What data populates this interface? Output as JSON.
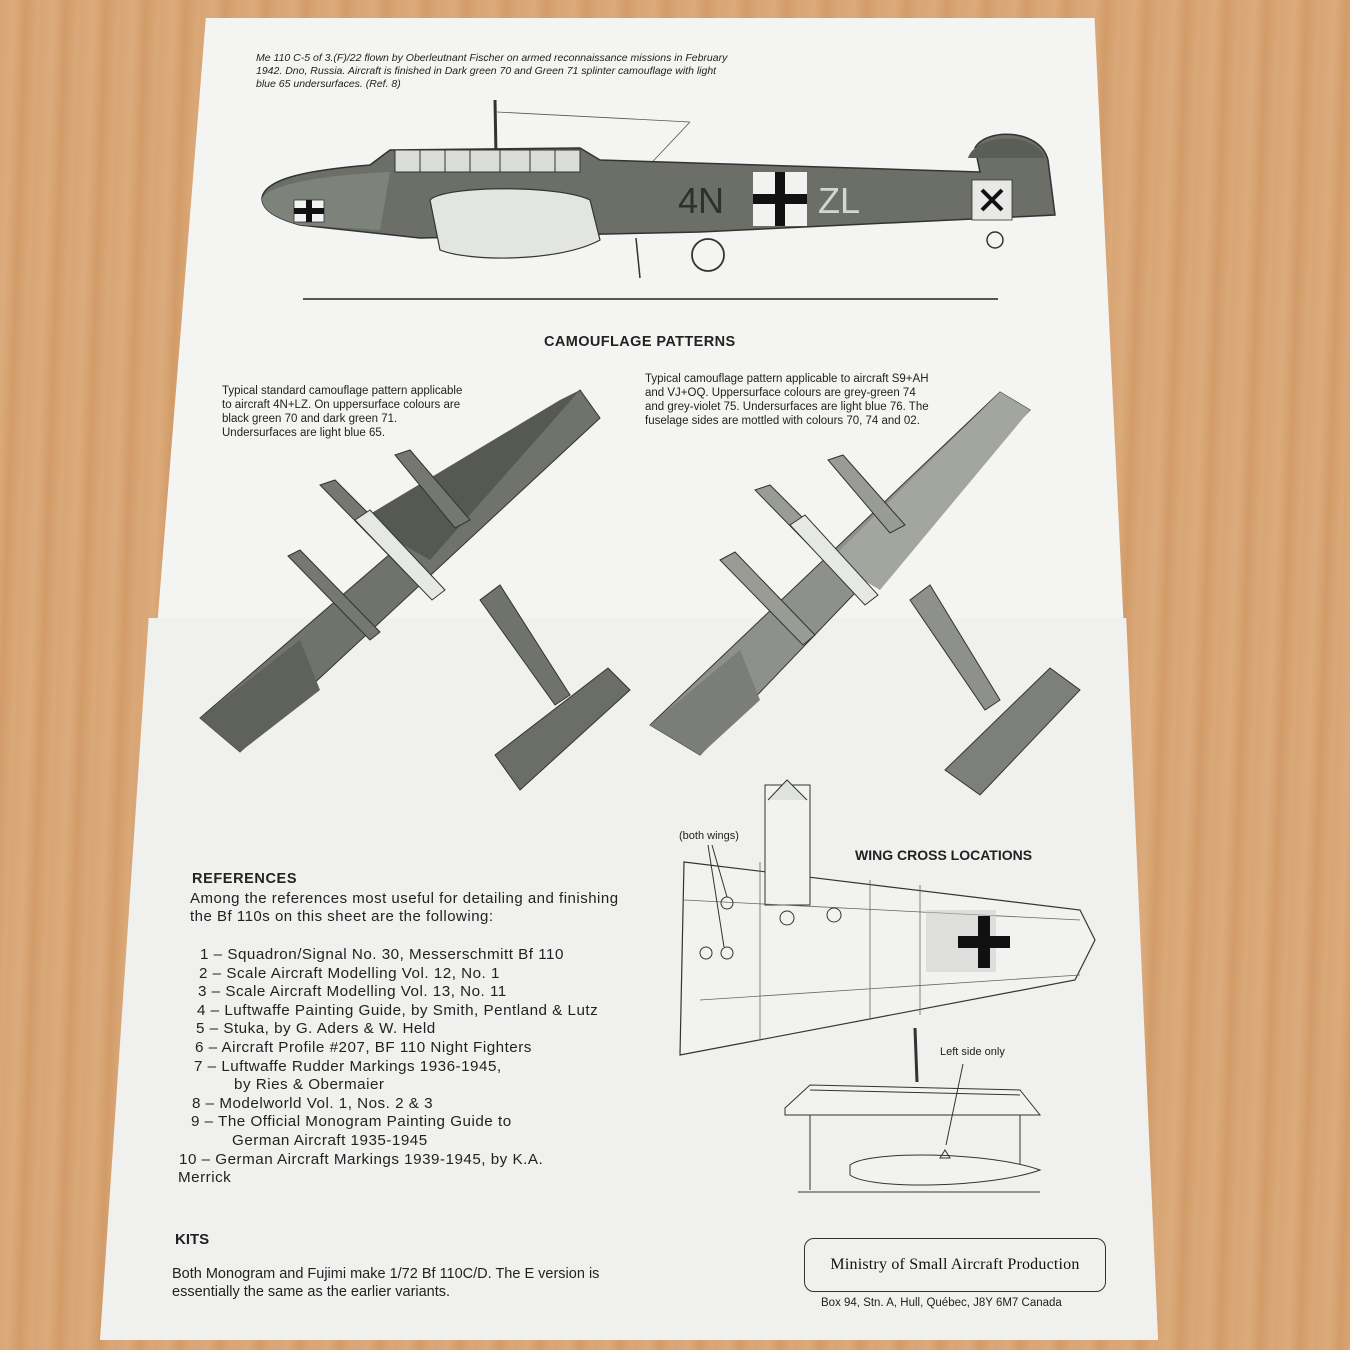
{
  "sheet": {
    "top_caption": "Me 110 C-5 of 3.(F)/22 flown by Oberleutnant Fischer on armed reconnaissance missions in February 1942. Dno, Russia. Aircraft is finished in Dark green 70 and Green 71 splinter camouflage with light blue 65 undersurfaces. (Ref. 8)",
    "aircraft_code_left": "4N",
    "aircraft_code_right": "ZL",
    "camouflage_heading": "CAMOUFLAGE PATTERNS",
    "caption_left": "Typical standard camouflage pattern applicable to aircraft 4N+LZ. On uppersurface colours are black green 70 and dark green 71. Undersurfaces are light blue 65.",
    "caption_right": "Typical camouflage pattern applicable to aircraft S9+AH and VJ+OQ. Uppersurface colours are grey-green 74 and grey-violet 75. Undersurfaces are light blue 76. The fuselage sides are mottled with colours 70, 74 and 02.",
    "wing_heading": "WING CROSS LOCATIONS",
    "both_wings_note": "(both wings)",
    "left_side_note": "Left side only"
  },
  "references": {
    "heading": "REFERENCES",
    "intro": "Among the references most useful for detailing and finishing the Bf 110s on this sheet are the following:",
    "items": [
      "1 – Squadron/Signal No. 30, Messerschmitt Bf 110",
      "2 – Scale Aircraft Modelling Vol. 12, No. 1",
      "3 – Scale Aircraft Modelling Vol. 13, No. 11",
      "4 – Luftwaffe Painting Guide, by Smith, Pentland & Lutz",
      "5 – Stuka, by G. Aders & W. Held",
      "6 – Aircraft Profile #207, BF 110 Night Fighters",
      "7 – Luftwaffe Rudder Markings 1936-1945,",
      "by Ries & Obermaier",
      "8 – Modelworld Vol. 1, Nos. 2 & 3",
      "9 – The Official Monogram Painting Guide to",
      "German Aircraft 1935-1945",
      "10 – German Aircraft Markings 1939-1945, by K.A.",
      "Merrick"
    ]
  },
  "kits": {
    "heading": "KITS",
    "body": "Both Monogram and Fujimi make 1/72 Bf 110C/D. The E version is essentially the same as the earlier variants."
  },
  "publisher": {
    "logo": "Ministry of Small Aircraft Production",
    "address": "Box 94, Stn. A, Hull, Québec, J8Y 6M7 Canada"
  },
  "colors": {
    "dark_green": "#5a5f56",
    "mid_green": "#80857d",
    "light_blue": "#d7dbd8",
    "grey_violet": "#8d8a89",
    "paper": "#f4f4f2"
  }
}
